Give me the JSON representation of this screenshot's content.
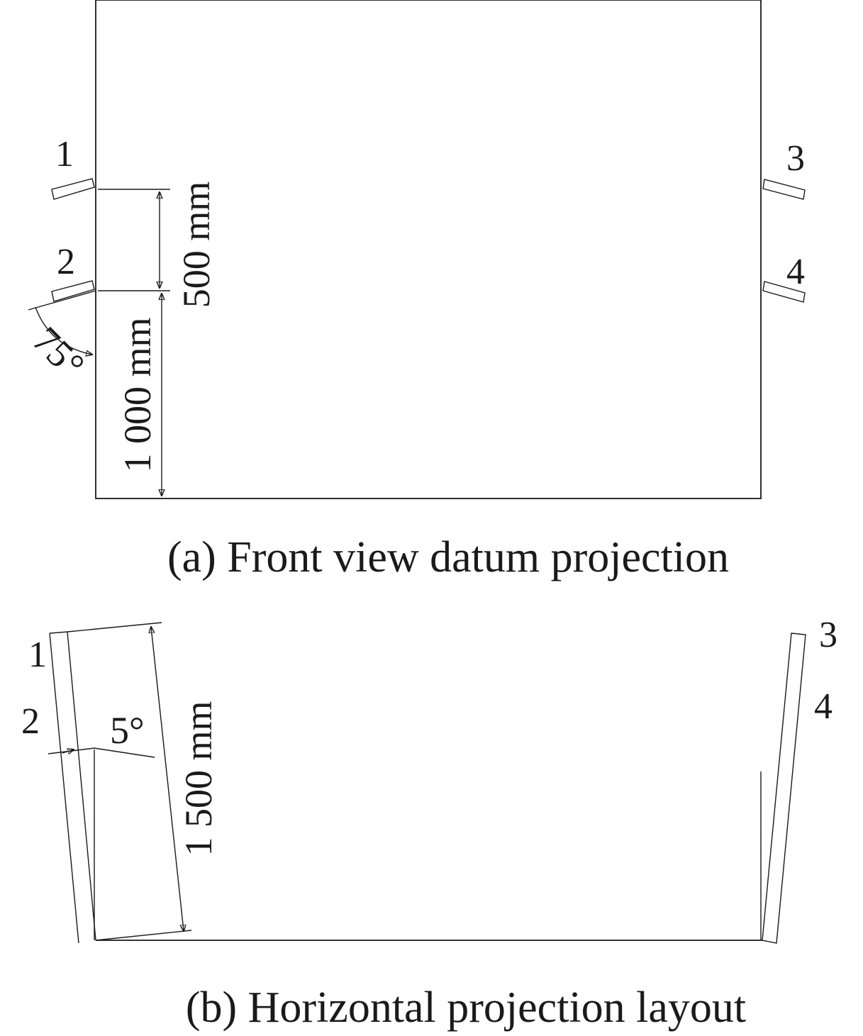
{
  "front_view": {
    "caption": "(a) Front view datum projection",
    "sensor_labels": [
      "1",
      "2",
      "3",
      "4"
    ],
    "dim_spacing": "500 mm",
    "dim_height": "1 000 mm",
    "angle": "75°"
  },
  "horizontal_view": {
    "caption": "(b) Horizontal projection layout",
    "sensor_labels": [
      "1",
      "2",
      "3",
      "4"
    ],
    "dim_length": "1 500 mm",
    "angle": "5°"
  }
}
